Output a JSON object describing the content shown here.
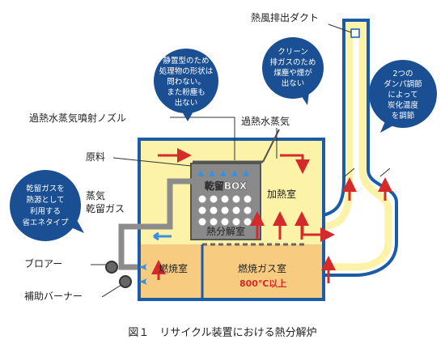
{
  "labels": {
    "duct": "熱風排出ダクト",
    "nozzle": "過熱水蒸気噴射ノズル",
    "superheated_steam": "過熱水蒸気",
    "raw_material": "原料",
    "steam_line1": "蒸気",
    "steam_line2": "乾留ガス",
    "carbonization_box": "乾留BOX",
    "pyrolysis_chamber": "熱分解室",
    "heating_chamber": "加熱室",
    "combustion_chamber": "燃焼室",
    "combustion_gas_chamber": "燃焼ガス室",
    "temperature": "800℃以上",
    "blower": "ブロアー",
    "aux_burner": "補助バーナー"
  },
  "bubbles": {
    "static_type": [
      "静置型のため",
      "処理物の形状は",
      "問わない。",
      "また粉塵も",
      "出ない"
    ],
    "clean_exhaust": [
      "クリーン",
      "排ガスのため",
      "煤塵や煙が",
      "出ない"
    ],
    "damper": [
      "2つの",
      "ダンパ調節",
      "によって",
      "炭化温度",
      "を調節"
    ],
    "energy_saving": [
      "乾留ガスを",
      "熱源として",
      "利用する",
      "省エネタイプ"
    ]
  },
  "caption": "図１　リサイクル装置における熱分解炉",
  "colors": {
    "outline": "#1a5ca8",
    "chamber": "#fdf3a8",
    "combustion": "#f7cc80",
    "arrow": "#d42a2a",
    "pipe": "#8c8c8c",
    "bubble": "#1a4f93",
    "box": "#8a8a8a"
  }
}
